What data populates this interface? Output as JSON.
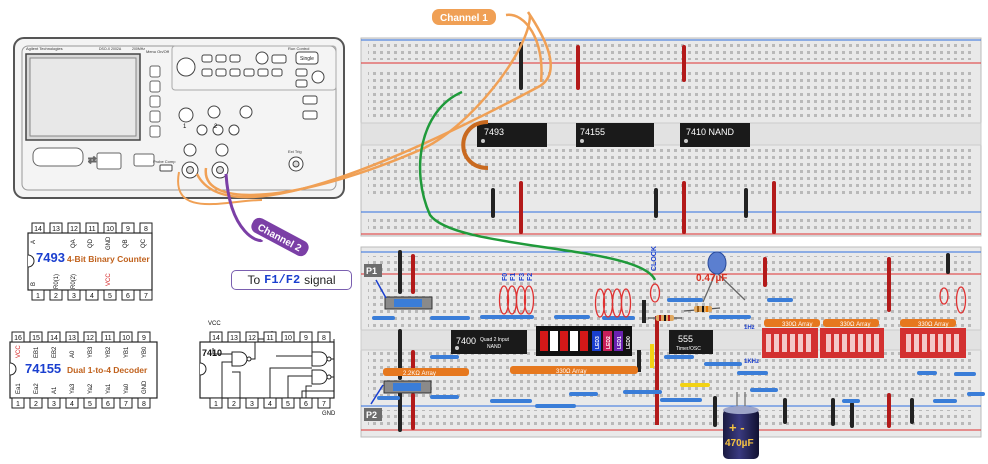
{
  "oscilloscope": {
    "brand": "Agilent Technologies",
    "model": "DSO-X 2002A",
    "bandwidth": "200MHz",
    "menu_onoff": "Menu On/Off",
    "run_control": "Run Control",
    "single": "Single",
    "probe_comp": "Probe Comp",
    "ext_trig": "Ext Trig"
  },
  "channel_labels": {
    "ch1": "Channel 1",
    "ch2": "Channel 2"
  },
  "probe_labels": {
    "p1": "P1",
    "p2": "P2"
  },
  "note": {
    "prefix": "To",
    "signal": "F1/F2",
    "suffix": "signal"
  },
  "breadboard_chips": [
    {
      "label": "7493"
    },
    {
      "label": "74155"
    },
    {
      "label": "7410 NAND"
    },
    {
      "label": "7400",
      "sub1": "Quad 2 Input",
      "sub2": "NAND"
    },
    {
      "label": "555",
      "sub": "Timer/OSC"
    }
  ],
  "board_labels": {
    "clock": "CLOCK",
    "f_labels": [
      "F0",
      "F1",
      "F3",
      "F2"
    ],
    "cap_value": "0.47µF",
    "elec_cap": "470µF",
    "hz1": "1Hz",
    "khz1": "1KHz",
    "res_330": "330Ω Array",
    "res_22k": "2.2KΩ Array",
    "led_labels": [
      "LED3",
      "LED2",
      "LED1",
      "LED0"
    ]
  },
  "pinout_7493": {
    "part": "7493",
    "desc": "4-Bit Binary Counter",
    "top_pins": [
      "14",
      "13",
      "12",
      "11",
      "10",
      "9",
      "8"
    ],
    "bottom_pins": [
      "1",
      "2",
      "3",
      "4",
      "5",
      "6",
      "7"
    ],
    "top_labels": [
      "A",
      "QA",
      "QD",
      "GND",
      "QB",
      "QC"
    ],
    "bottom_labels": [
      "B",
      "R0(1)",
      "R0(2)",
      "VCC"
    ]
  },
  "pinout_74155": {
    "part": "74155",
    "desc": "Dual 1-to-4 Decoder",
    "top_pins": [
      "16",
      "15",
      "14",
      "13",
      "12",
      "11",
      "10",
      "9"
    ],
    "bottom_pins": [
      "1",
      "2",
      "3",
      "4",
      "5",
      "6",
      "7",
      "8"
    ],
    "top_labels": [
      "VCC",
      "EB1",
      "EB2",
      "A0",
      "YB3",
      "YB2",
      "YB1",
      "YB0"
    ],
    "bottom_labels": [
      "Ea1",
      "Ea2",
      "A1",
      "Ya3",
      "Ya2",
      "Ya1",
      "Ya0",
      "GND"
    ]
  },
  "pinout_7410": {
    "part": "7410",
    "vcc": "VCC",
    "gnd": "GND",
    "top_pins": [
      "14",
      "13",
      "12",
      "11",
      "10",
      "9",
      "8"
    ],
    "bottom_pins": [
      "1",
      "2",
      "3",
      "4",
      "5",
      "6",
      "7"
    ]
  },
  "colors": {
    "ch1_wire": "#f0a055",
    "ch2_wire": "#7b3fa6",
    "green_wire": "#1f9a3a",
    "chip_label_blue": "#1a3fcf",
    "chip_desc_orange": "#c0611c"
  }
}
